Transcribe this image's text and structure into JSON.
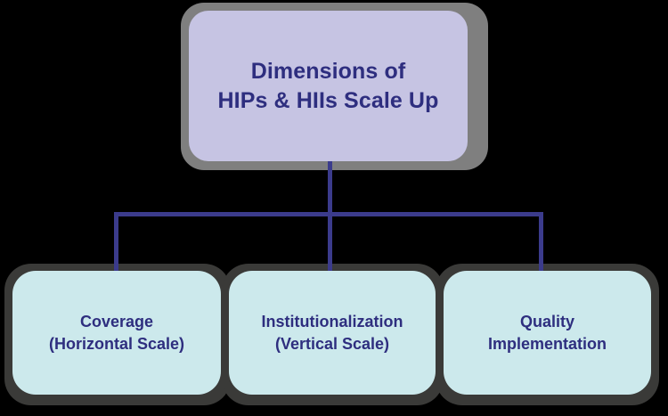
{
  "diagram": {
    "type": "hierarchy-tree",
    "colors": {
      "background": "#000000",
      "root_fill": "#c6c4e3",
      "root_shadow": "#7f7f7f",
      "leaf_fill": "#cce9ec",
      "leaf_shadow": "#3a3a38",
      "text": "#2e2e7f",
      "connector": "#3b3b8c"
    },
    "root": {
      "id": "dimensions-of-scale-up",
      "lines": [
        "Dimensions of",
        "HIPs & HIIs Scale Up"
      ],
      "text": "Dimensions of HIPs & HIIs Scale Up"
    },
    "children": [
      {
        "id": "coverage",
        "lines": [
          "Coverage",
          "(Horizontal Scale)"
        ],
        "text": "Coverage (Horizontal Scale)"
      },
      {
        "id": "institutionalization",
        "lines": [
          "Institutionalization",
          "(Vertical Scale)"
        ],
        "text": "Institutionalization (Vertical Scale)"
      },
      {
        "id": "quality-implementation",
        "lines": [
          "Quality",
          "Implementation"
        ],
        "text": "Quality Implementation"
      }
    ]
  }
}
